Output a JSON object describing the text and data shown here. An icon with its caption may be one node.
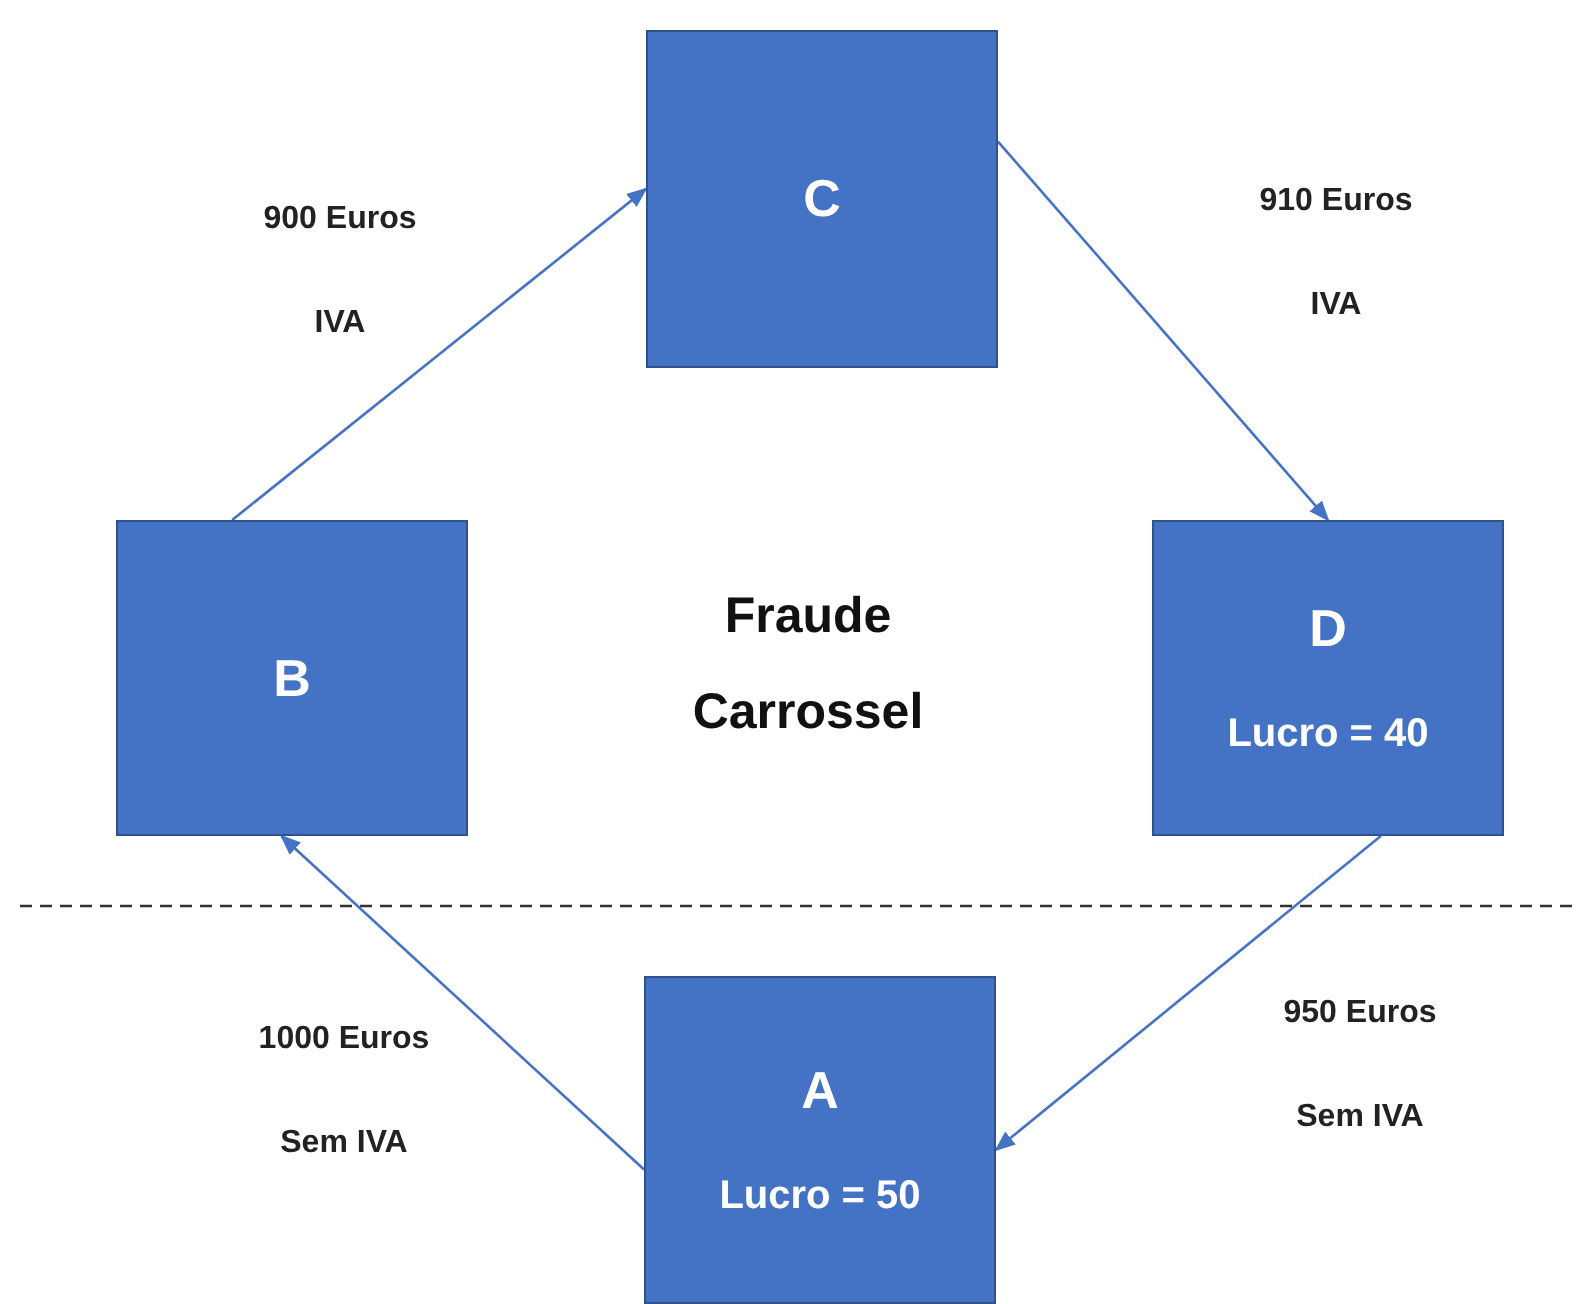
{
  "diagram": {
    "title": "Fraude Carrossel",
    "nodes": [
      {
        "text": [
          "C"
        ]
      },
      {
        "text": [
          "B"
        ]
      },
      {
        "text": [
          "D",
          "Lucro = 40"
        ]
      },
      {
        "text": [
          "A",
          "Lucro = 50"
        ]
      }
    ],
    "edges": [
      {
        "from": 1,
        "to": 0,
        "arrow": "to",
        "label": "900 Euros IVA"
      },
      {
        "from": 0,
        "to": 2,
        "arrow": "to",
        "label": "910 Euros IVA"
      },
      {
        "from": 2,
        "to": 3,
        "arrow": "to",
        "label": "950 Euros Sem IVA"
      },
      {
        "from": 3,
        "to": 1,
        "arrow": "to",
        "label": "1000 Euros Sem IVA"
      }
    ]
  }
}
